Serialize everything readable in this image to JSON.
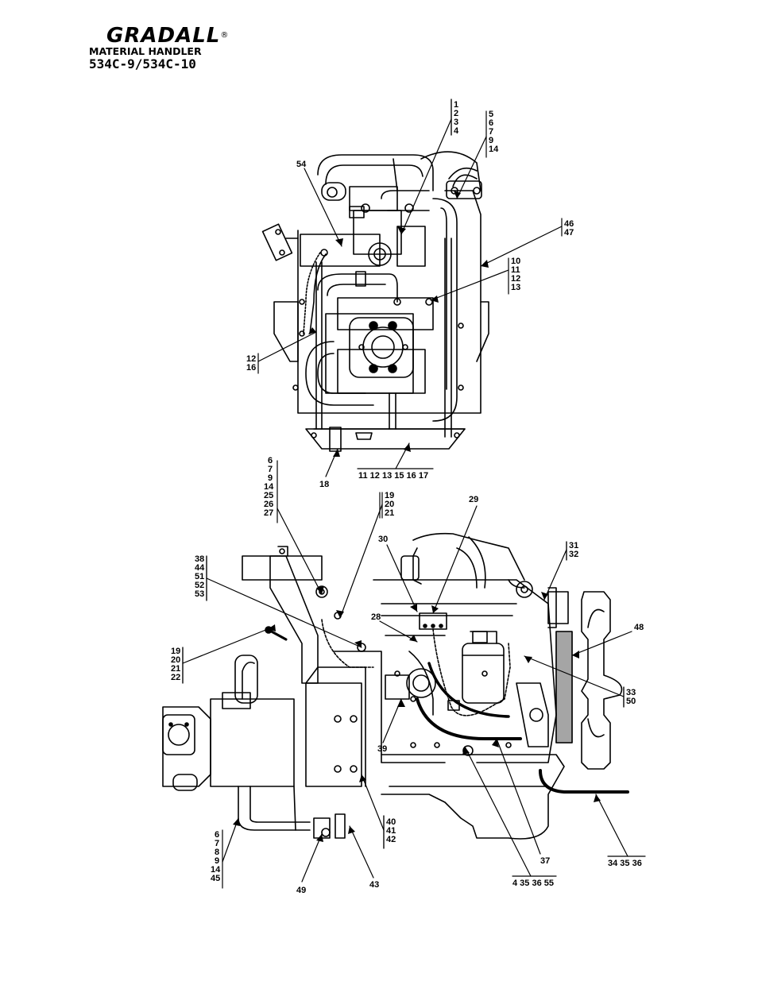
{
  "header": {
    "brand": "GRADALL",
    "registered": "®",
    "model": "MATERIAL HANDLER",
    "code": "534C-9/534C-10"
  },
  "callouts": {
    "top_1_4": [
      "1",
      "2",
      "3",
      "4"
    ],
    "top_5_14": [
      "5",
      "6",
      "7",
      "9",
      "14"
    ],
    "top_54": [
      "54"
    ],
    "top_46_47": [
      "46",
      "47"
    ],
    "top_10_13": [
      "10",
      "11",
      "12",
      "13"
    ],
    "top_12_16": [
      "12",
      "16"
    ],
    "top_18": [
      "18"
    ],
    "top_bottom_row": "11 12 13 15 16 17",
    "side_6_27": [
      "6",
      "7",
      "9",
      "14",
      "25",
      "26",
      "27"
    ],
    "side_19_21": [
      "19",
      "20",
      "21"
    ],
    "side_29": [
      "29"
    ],
    "side_30": [
      "30"
    ],
    "side_31_32": [
      "31",
      "32"
    ],
    "side_38_53": [
      "38",
      "44",
      "51",
      "52",
      "53"
    ],
    "side_28": [
      "28"
    ],
    "side_48": [
      "48"
    ],
    "side_19_22": [
      "19",
      "20",
      "21",
      "22"
    ],
    "side_33_50": [
      "33",
      "50"
    ],
    "side_39": [
      "39"
    ],
    "side_40_42": [
      "40",
      "41",
      "42"
    ],
    "side_6_45": [
      "6",
      "7",
      "8",
      "9",
      "14",
      "45"
    ],
    "side_49": [
      "49"
    ],
    "side_43": [
      "43"
    ],
    "side_37": [
      "37"
    ],
    "side_row_4_55": "4 35 36 55",
    "side_row_34_36": "34 35 36"
  }
}
